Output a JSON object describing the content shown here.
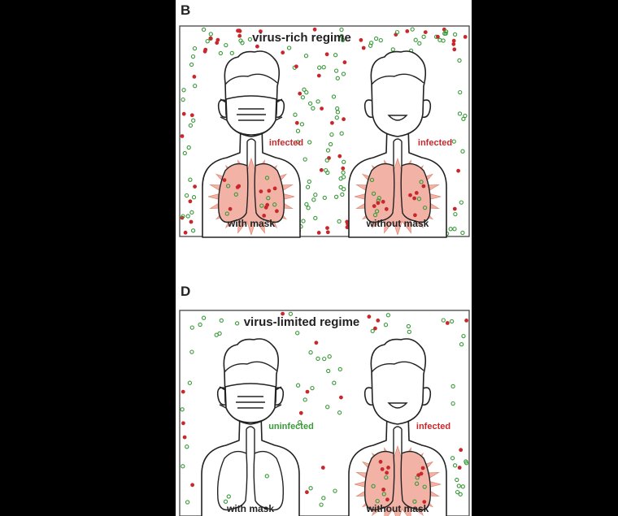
{
  "colors": {
    "page_background": "#000000",
    "figure_background": "#ffffff",
    "outline": "#222222",
    "infected_virus": "#c8282c",
    "neutralized_virus": "#3a9a3a",
    "lung_fill_infected": "#f2b3a6",
    "lung_fill_uninfected": "#ffffff",
    "infected_text": "#c8282c",
    "uninfected_text": "#3a9a3a"
  },
  "panels": [
    {
      "letter": "B",
      "title": "virus-rich regime",
      "figures": [
        {
          "caption": "with mask",
          "mask": true,
          "status": "infected",
          "status_color": "#c8282c"
        },
        {
          "caption": "without mask",
          "mask": false,
          "status": "infected",
          "status_color": "#c8282c"
        }
      ]
    },
    {
      "letter": "D",
      "title": "virus-limited regime",
      "figures": [
        {
          "caption": "with mask",
          "mask": true,
          "status": "uninfected",
          "status_color": "#3a9a3a"
        },
        {
          "caption": "without mask",
          "mask": false,
          "status": "infected",
          "status_color": "#c8282c"
        }
      ]
    }
  ]
}
